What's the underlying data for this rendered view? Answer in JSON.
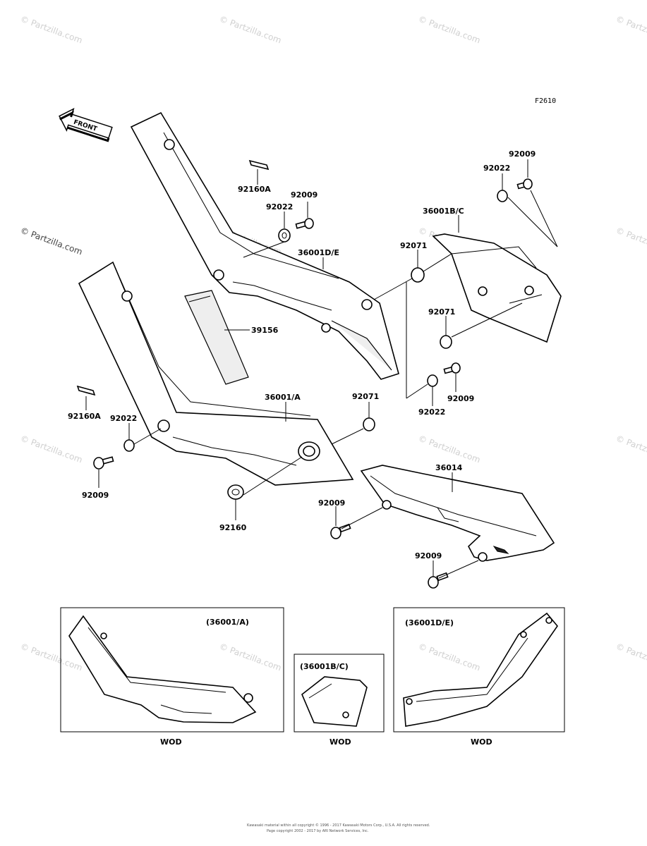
{
  "figure_code": "F2610",
  "front_label": "FRONT",
  "watermark_text": "© Partzilla.com",
  "callouts": {
    "c92160A_top": "92160A",
    "c92009_a": "92009",
    "c92022_a": "92022",
    "c36001DE": "36001D/E",
    "c92071_top": "92071",
    "c36001BC": "36001B/C",
    "c92022_tr": "92022",
    "c92009_tr": "92009",
    "c92071_mid": "92071",
    "c39156": "39156",
    "c92160A_left": "92160A",
    "c92022_left": "92022",
    "c92009_left": "92009",
    "c36001A": "36001/A",
    "c92071_center": "92071",
    "c92022_br": "92022",
    "c92009_br": "92009",
    "c36014": "36014",
    "c92009_chain": "92009",
    "c92009_bottom": "92009",
    "c92160": "92160"
  },
  "inset_boxes": {
    "box1_title": "(36001/A)",
    "box1_caption": "WOD",
    "box2_title": "(36001B/C)",
    "box2_caption": "WOD",
    "box3_title": "(36001D/E)",
    "box3_caption": "WOD"
  },
  "copyright_line1": "Kawasaki material within all copyright © 1996 - 2017 Kawasaki Motors Corp., U.S.A. All rights reserved.",
  "copyright_line2": "Page copyright 2002 - 2017 by ARI Network Services, Inc."
}
